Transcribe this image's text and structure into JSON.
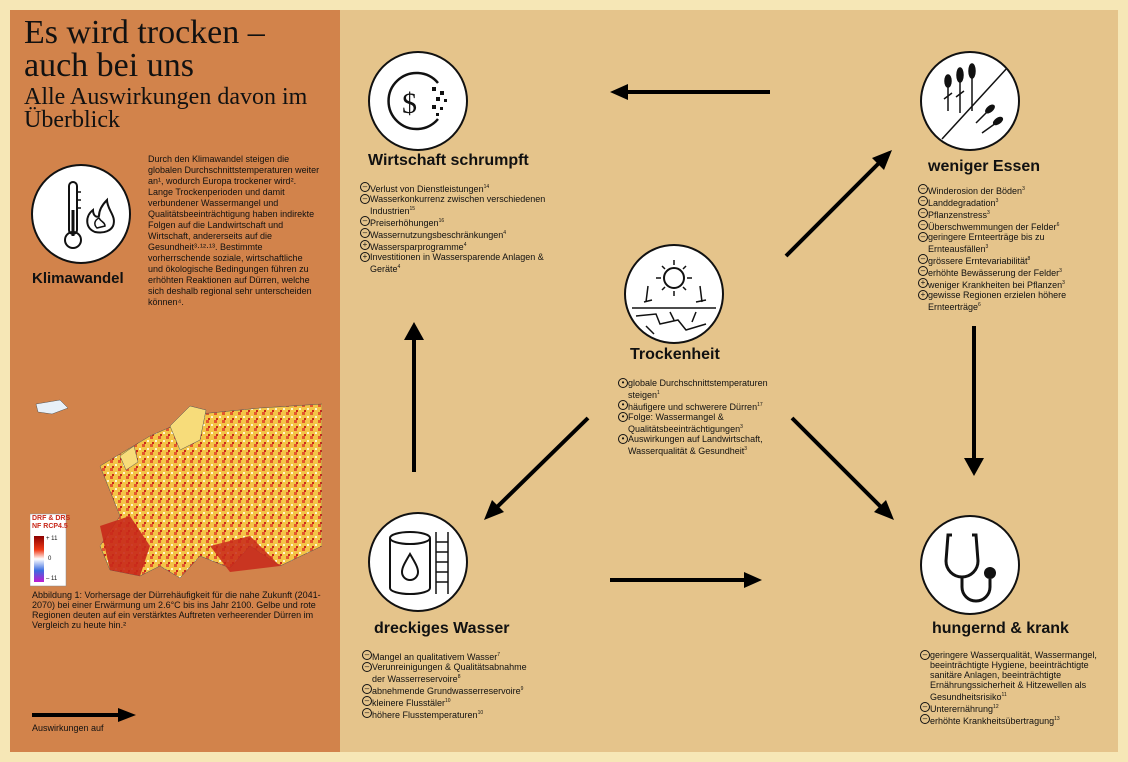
{
  "header": {
    "title": "Es wird trocken – auch bei uns",
    "subtitle": "Alle Auswirkungen davon im Überblick"
  },
  "klimawandel": {
    "label": "Klimawandel",
    "text": "Durch den Klimawandel steigen die globalen Durchschnittstemperaturen weiter an¹, wodurch Europa trockener wird². Lange Trockenperioden und damit verbundener Wassermangel und Qualitätsbeeinträchtigung haben indirekte Folgen auf die Landwirtschaft und Wirtschaft, andererseits auf die Gesundheit³·¹²·¹³. Bestimmte vorherrschende soziale, wirtschaftliche und ökologische Bedingungen führen zu erhöhten Reaktionen auf Dürren, welche sich deshalb regional sehr unterscheiden können⁴."
  },
  "map": {
    "legend_title_line1": "DRF & DRS",
    "legend_title_line2": "NF RCP4.5",
    "legend_max": "+ 11",
    "legend_mid": "0",
    "legend_min": "– 11",
    "caption": "Abbildung 1: Vorhersage der Dürrehäufigkeit für die nahe Zukunft (2041-2070) bei einer Erwärmung um 2.6°C bis ins Jahr 2100. Gelbe und rote Regionen deuten auf ein verstärktes Auftreten verheerender Dürren im Vergleich zu heute hin.²"
  },
  "legend": {
    "arrow_label": "Auswirkungen auf"
  },
  "nodes": {
    "wirtschaft": {
      "label": "Wirtschaft schrumpft",
      "bullets": [
        {
          "sym": "–",
          "text": "Verlust von Dienstleistungen",
          "ref": "14"
        },
        {
          "sym": "–",
          "text": "Wasserkonkurrenz zwischen verschiedenen Industrien",
          "ref": "15"
        },
        {
          "sym": "–",
          "text": "Preiserhöhungen",
          "ref": "16"
        },
        {
          "sym": "–",
          "text": "Wassernutzungsbeschränkungen",
          "ref": "4"
        },
        {
          "sym": "+",
          "text": "Wassersparprogramme",
          "ref": "4"
        },
        {
          "sym": "+",
          "text": "Investitionen in Wassersparende Anlagen & Geräte",
          "ref": "4"
        }
      ]
    },
    "essen": {
      "label": "weniger Essen",
      "bullets": [
        {
          "sym": "–",
          "text": "Winderosion der Böden",
          "ref": "3"
        },
        {
          "sym": "–",
          "text": "Landdegradation",
          "ref": "3"
        },
        {
          "sym": "–",
          "text": "Pflanzenstress",
          "ref": "3"
        },
        {
          "sym": "–",
          "text": "Überschwemmungen der Felder",
          "ref": "6"
        },
        {
          "sym": "–",
          "text": "geringere Ernteerträge bis zu Ernteausfällen",
          "ref": "3"
        },
        {
          "sym": "–",
          "text": "grössere Erntevariabilität",
          "ref": "8"
        },
        {
          "sym": "–",
          "text": "erhöhte Bewässerung der Felder",
          "ref": "3"
        },
        {
          "sym": "+",
          "text": "weniger Krankheiten bei Pflanzen",
          "ref": "3"
        },
        {
          "sym": "+",
          "text": "gewisse Regionen erzielen höhere Ernteerträge",
          "ref": "6"
        }
      ]
    },
    "trockenheit": {
      "label": "Trockenheit",
      "bullets": [
        {
          "sym": "•",
          "text": "globale Durchschnittstemperaturen steigen",
          "ref": "1"
        },
        {
          "sym": "•",
          "text": "häufigere und schwerere Dürren",
          "ref": "17"
        },
        {
          "sym": "•",
          "text": "Folge: Wassermangel & Qualitätsbeeinträchtigungen",
          "ref": "3"
        },
        {
          "sym": "•",
          "text": "Auswirkungen auf Landwirtschaft, Wasserqualität & Gesundheit",
          "ref": "3"
        }
      ]
    },
    "wasser": {
      "label": "dreckiges Wasser",
      "bullets": [
        {
          "sym": "–",
          "text": "Mangel an qualitativem Wasser",
          "ref": "7"
        },
        {
          "sym": "–",
          "text": "Verunreinigungen & Qualitätsabnahme der Wasserreservoire",
          "ref": "8"
        },
        {
          "sym": "–",
          "text": "abnehmende Grundwasserreservoire",
          "ref": "9"
        },
        {
          "sym": "–",
          "text": "kleinere Flusstäler",
          "ref": "10"
        },
        {
          "sym": "–",
          "text": "höhere Flusstemperaturen",
          "ref": "10"
        }
      ]
    },
    "krank": {
      "label": "hungernd & krank",
      "bullets": [
        {
          "sym": "–",
          "text": "geringere Wasserqualität, Wassermangel, beeinträchtigte Hygiene, beeinträchtigte sanitäre Anlagen, beeinträchtigte Ernährungssicherheit & Hitzewellen als Gesundheitsrisiko",
          "ref": "11"
        },
        {
          "sym": "–",
          "text": "Unterernährung",
          "ref": "12"
        },
        {
          "sym": "–",
          "text": "erhöhte Krankheitsübertragung",
          "ref": "13"
        }
      ]
    }
  },
  "icons": {
    "klimawandel": "thermometer-fire-icon",
    "wirtschaft": "dollar-coin-crumbling-icon",
    "essen": "wheat-crop-icon",
    "trockenheit": "sun-cracked-earth-icon",
    "wasser": "water-tank-drop-icon",
    "krank": "stethoscope-icon"
  },
  "colors": {
    "page": "#f6e7b6",
    "panel": "#e5c48b",
    "sidebar": "#d2834b",
    "map_hot": "#d62b14",
    "map_warm": "#f5c542"
  }
}
